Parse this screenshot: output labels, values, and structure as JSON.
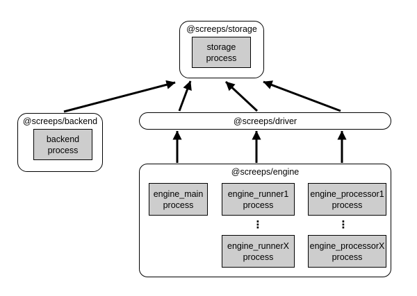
{
  "colors": {
    "background": "#ffffff",
    "package_fill": "#ffffff",
    "process_fill": "#cdcdcd",
    "border": "#000000",
    "arrow": "#000000"
  },
  "packages": {
    "storage": {
      "title": "@screeps/storage",
      "process": "storage\nprocess"
    },
    "backend": {
      "title": "@screeps/backend",
      "process": "backend\nprocess"
    },
    "driver": {
      "title": "@screeps/driver"
    },
    "engine": {
      "title": "@screeps/engine",
      "main_process": "engine_main\nprocess",
      "runner1_process": "engine_runner1\nprocess",
      "runnerX_process": "engine_runnerX\nprocess",
      "processor1_process": "engine_processor1\nprocess",
      "processorX_process": "engine_processorX\nprocess",
      "runner_ellipsis": "⋮",
      "processor_ellipsis": "⋮"
    }
  }
}
